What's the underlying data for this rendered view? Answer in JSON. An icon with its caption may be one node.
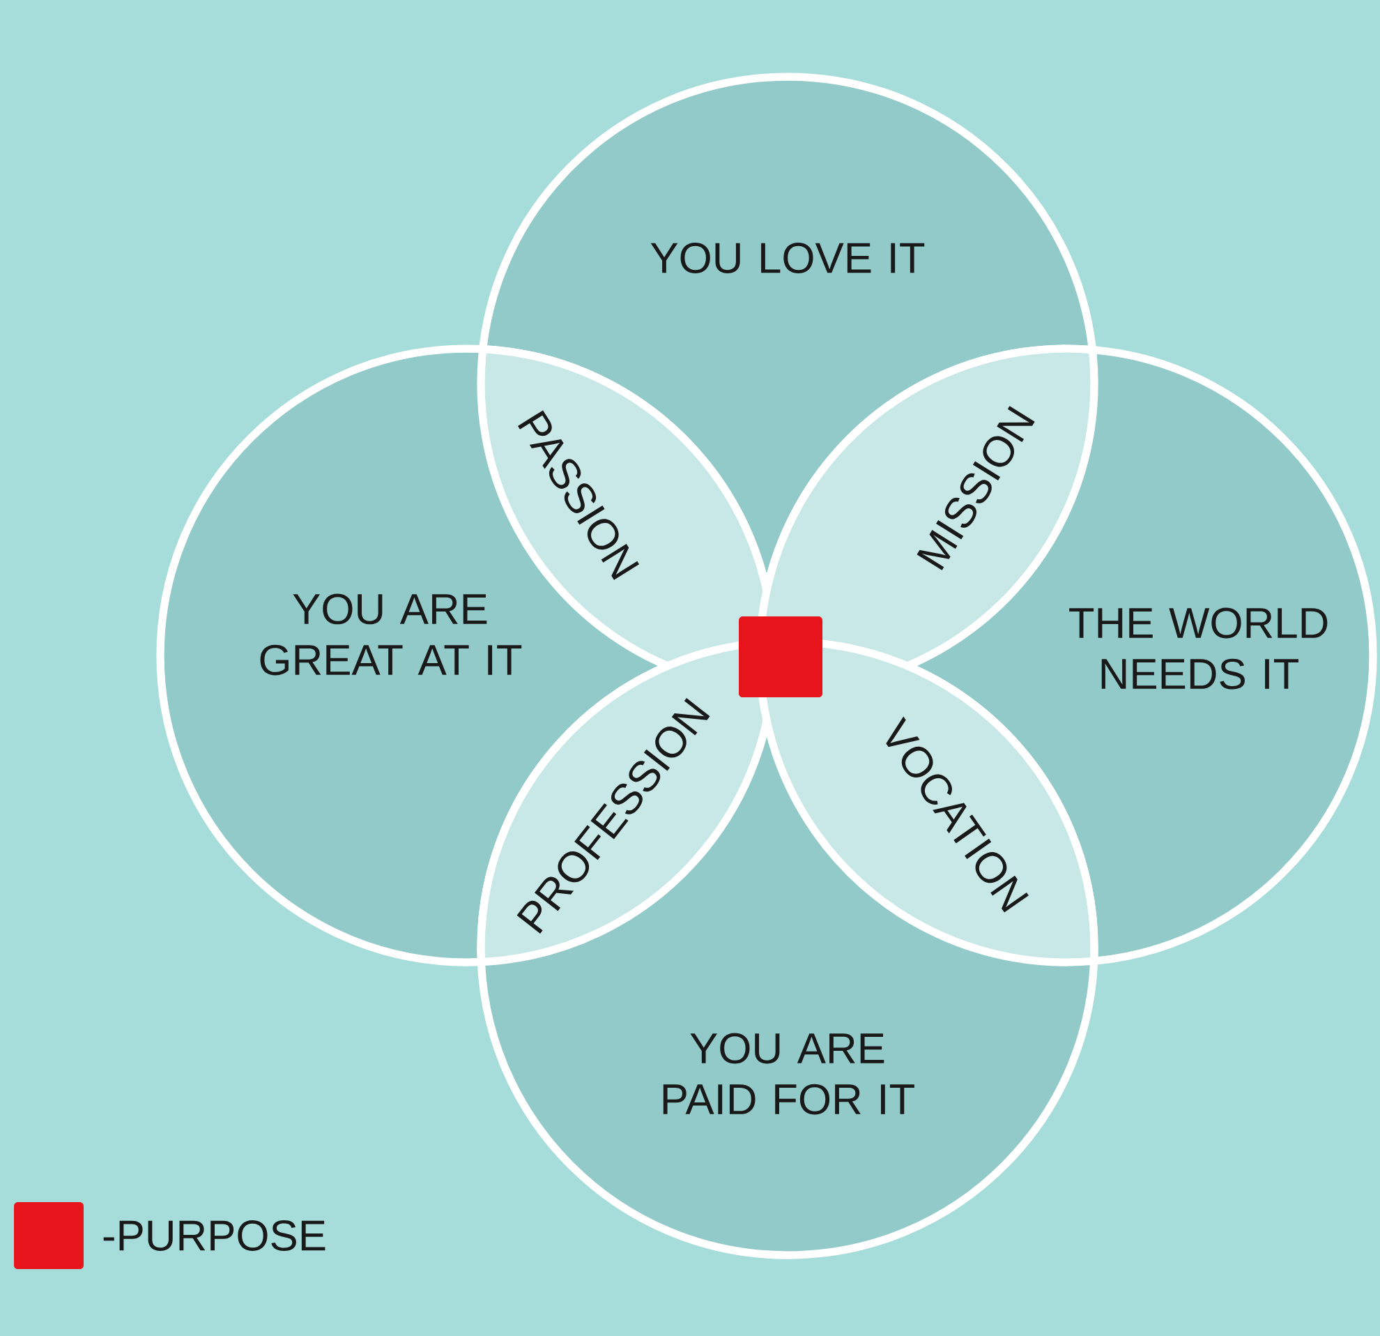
{
  "diagram": {
    "nodes": [
      {
        "text": [
          "YOU LOVE IT"
        ]
      },
      {
        "text": [
          "YOU ARE GREAT AT IT"
        ]
      },
      {
        "text": [
          "THE WORLD NEEDS IT"
        ]
      },
      {
        "text": [
          "YOU ARE PAID FOR IT"
        ]
      },
      {
        "text": [
          "PASSION"
        ]
      },
      {
        "text": [
          "MISSION"
        ]
      },
      {
        "text": [
          "PROFESSION"
        ]
      },
      {
        "text": [
          "VOCATION"
        ]
      }
    ],
    "legend": [
      {
        "text": "-PURPOSE",
        "color": "#e8141b"
      }
    ]
  }
}
